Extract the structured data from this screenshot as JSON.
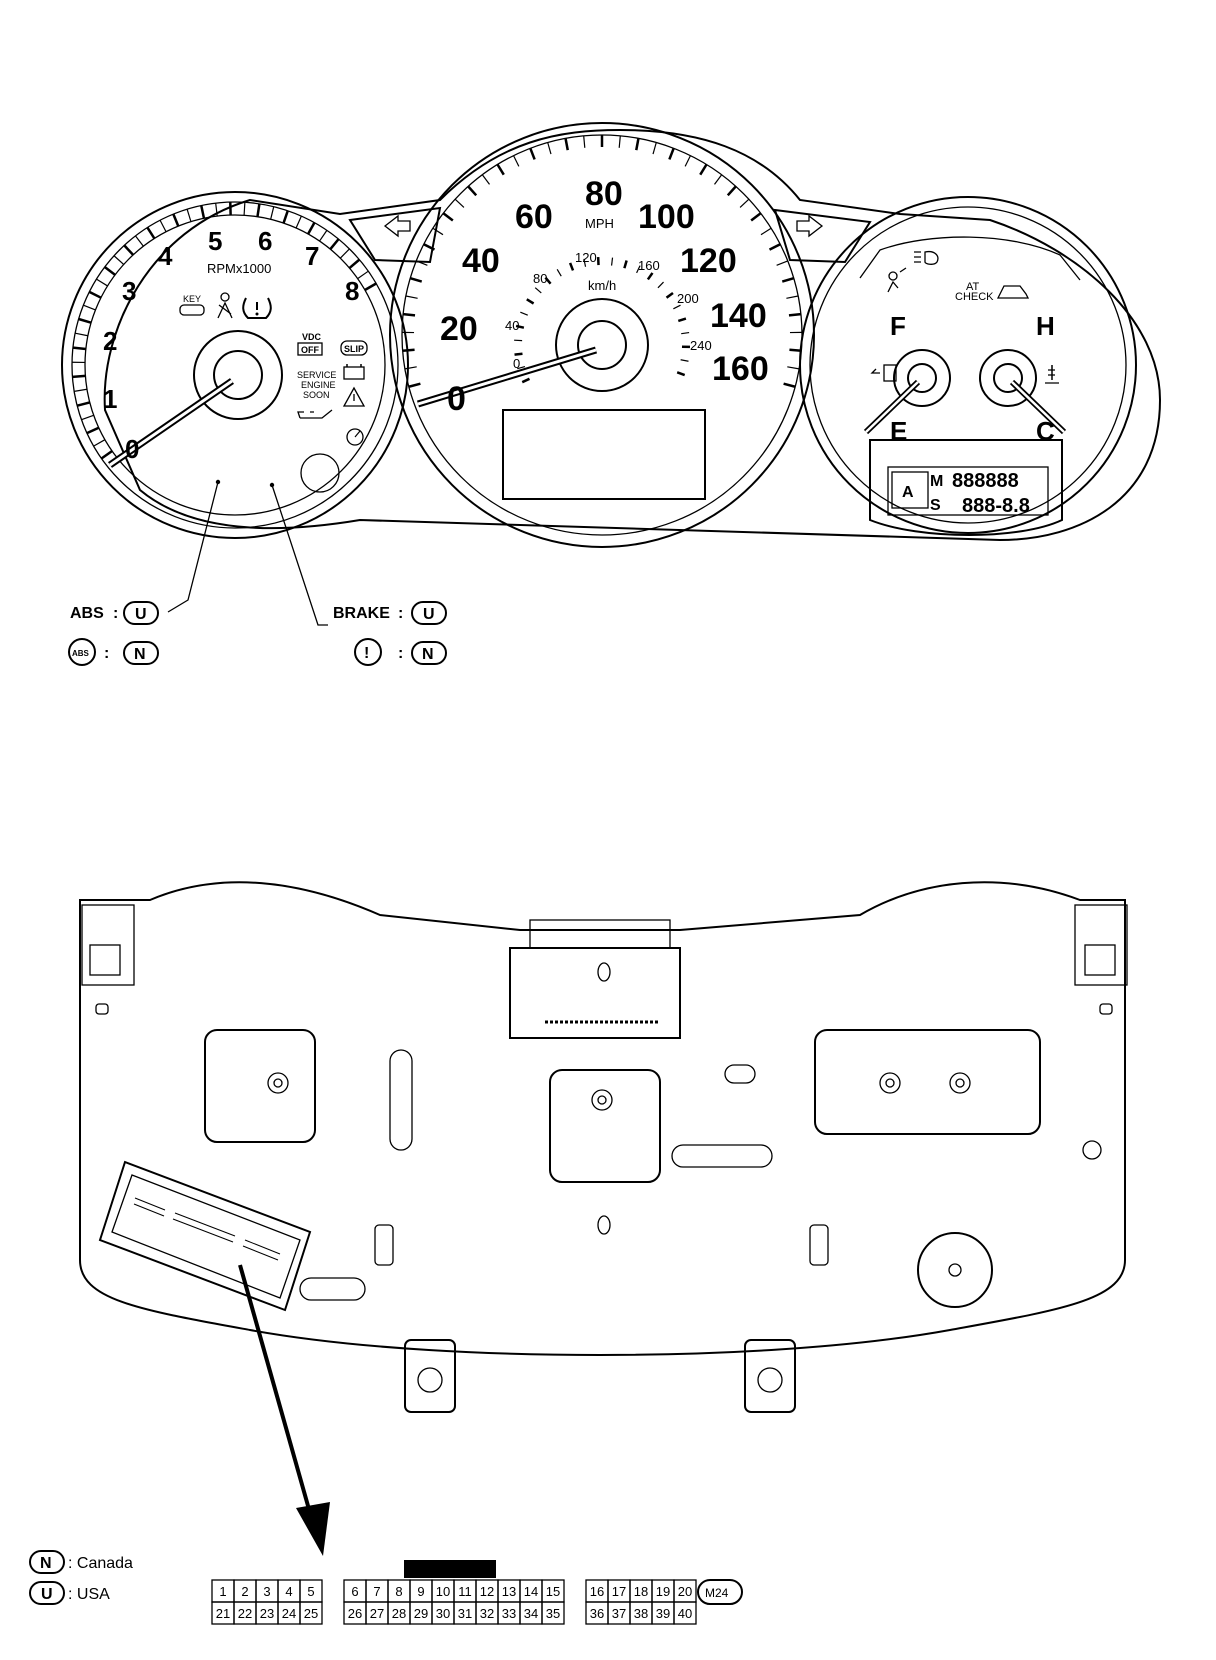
{
  "tachometer": {
    "numbers": [
      "0",
      "1",
      "2",
      "3",
      "4",
      "5",
      "6",
      "7",
      "8"
    ],
    "unit": "RPMx1000",
    "key_label": "KEY",
    "vdc_label": "VDC",
    "vdc_off_label": "OFF",
    "slip_label": "SLIP",
    "service_lines": [
      "SERVICE",
      "ENGINE",
      "SOON"
    ]
  },
  "speedometer": {
    "mph_numbers": [
      "0",
      "20",
      "40",
      "60",
      "80",
      "100",
      "120",
      "140",
      "160"
    ],
    "mph_unit": "MPH",
    "kmh_numbers": [
      "0",
      "40",
      "80",
      "120",
      "160",
      "200",
      "240"
    ],
    "kmh_unit": "km/h"
  },
  "gauges": {
    "fuel_full": "F",
    "fuel_empty": "E",
    "temp_hot": "H",
    "temp_cold": "C",
    "at_line1": "AT",
    "at_line2": "CHECK",
    "odo_m": "M",
    "odo_s": "S",
    "odo_digits": "888888",
    "trip_digits": "888-8.8"
  },
  "callouts": {
    "abs_label": "ABS",
    "brake_label": "BRAKE",
    "colon": ":",
    "u_code": "U",
    "n_code": "N",
    "abs_icon_text": "ABS",
    "brake_icon_text": "!"
  },
  "legend": {
    "n_code": "N",
    "n_text": ": Canada",
    "u_code": "U",
    "u_text": ": USA"
  },
  "connector": {
    "id": "M24",
    "top_row": [
      "1",
      "2",
      "3",
      "4",
      "5",
      "",
      "6",
      "7",
      "8",
      "9",
      "10",
      "11",
      "12",
      "13",
      "14",
      "15",
      "",
      "16",
      "17",
      "18",
      "19",
      "20"
    ],
    "bottom_row": [
      "21",
      "22",
      "23",
      "24",
      "25",
      "",
      "26",
      "27",
      "28",
      "29",
      "30",
      "31",
      "32",
      "33",
      "34",
      "35",
      "",
      "36",
      "37",
      "38",
      "39",
      "40"
    ]
  }
}
